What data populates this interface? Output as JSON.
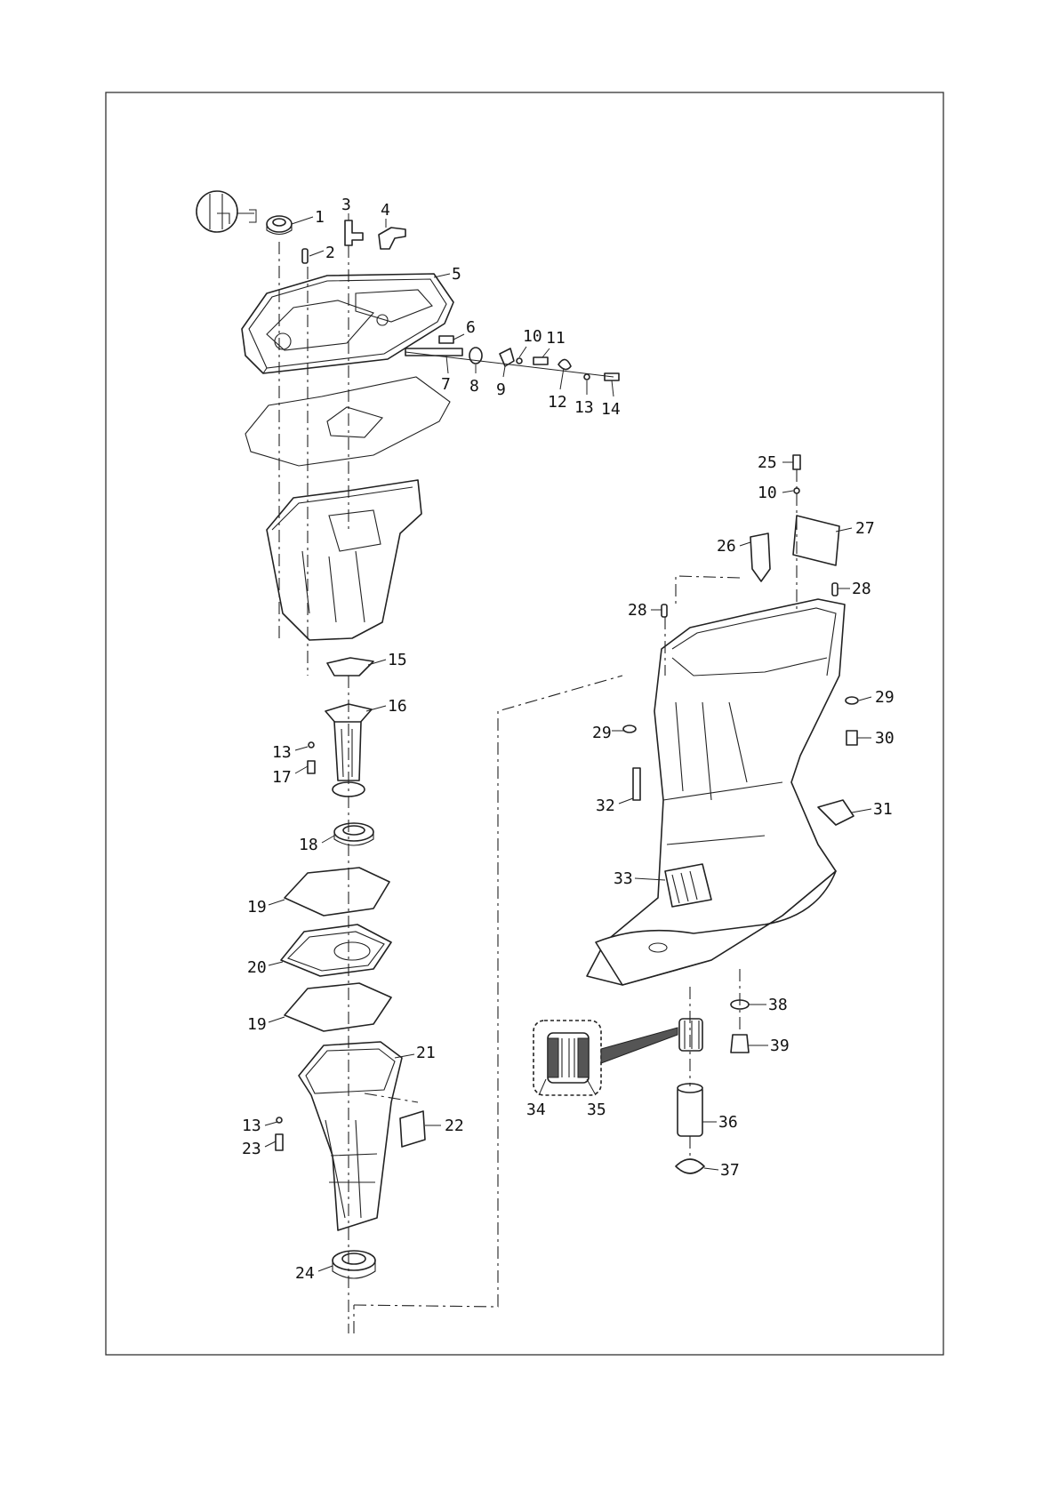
{
  "callouts": {
    "p1": "1",
    "p2": "2",
    "p3": "3",
    "p4": "4",
    "p5": "5",
    "p6": "6",
    "p7": "7",
    "p8": "8",
    "p9": "9",
    "p10a": "10",
    "p11": "11",
    "p12": "12",
    "p13a": "13",
    "p14": "14",
    "p15": "15",
    "p16": "16",
    "p13b": "13",
    "p17": "17",
    "p18": "18",
    "p19a": "19",
    "p20": "20",
    "p19b": "19",
    "p21": "21",
    "p13c": "13",
    "p22": "22",
    "p23": "23",
    "p24": "24",
    "p25": "25",
    "p10b": "10",
    "p27": "27",
    "p26": "26",
    "p28a": "28",
    "p28b": "28",
    "p29a": "29",
    "p29b": "29",
    "p30": "30",
    "p31": "31",
    "p32": "32",
    "p33": "33",
    "p38": "38",
    "p39": "39",
    "p34": "34",
    "p35": "35",
    "p36": "36",
    "p37": "37"
  }
}
